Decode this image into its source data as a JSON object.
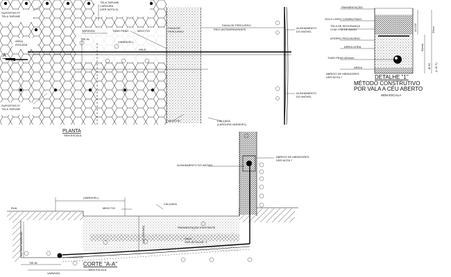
{
  "drawing": {
    "labels": {
      "tela_tapume": "TELA TAPUME",
      "largura_variavel": "LARGURA",
      "variavel_nota": "(VER NOTA 3)",
      "suportes_top": "SUPORTES P/",
      "suportes_top2": "TELA TAPUME",
      "area_isolada": "ÁREA",
      "area_isolada2": "ISOLADA",
      "variavel_top": "VARIÁVEL",
      "tubo_pead": "TUBO PEAD",
      "meio_fio_top": "MEIO FIO",
      "faixa": "FAIXA DE",
      "faixa2": "PERCURSO",
      "faixa_percurso": "FAIXA DE PERCURSO",
      "faixa_percurso2": "PEIO ANTIDERRAPANTE",
      "vala": "VALA",
      "variavel_small": "(VARIÁVEL)",
      "tie_in": "TIE-IN",
      "section_marker": "A",
      "alinhamento_1": "ALINHAMENTO",
      "alinhamento_1b": "DO IMÓVEL",
      "alinhamento_2": "ALINHAMENTO",
      "alinhamento_2b": "DO IMÓVEL",
      "suportes_bottom": "SUPORTES P/",
      "suportes_bottom2": "TELA TAPUME",
      "meio_fio_bottom": "MEIO FIO",
      "calcada_bottom": "CALÇADA",
      "calcada_bottom2": "(LARGURA VARIÁVEL)",
      "planta": "PLANTA",
      "sem_escala_planta": "SEM ESCALA"
    },
    "detail": {
      "layer_1": "PAVIMENTAÇÃO",
      "layer_2": "SOLO LEIRO COMPACTADO",
      "layer_3": "TELA DE SEGURANÇA",
      "layer_3b": "COM FITA DE AVISO",
      "layer_4": "ATERRO PROVISÓRIO",
      "layer_5": "AREIA LEIRA",
      "layer_6": "TUBO PEAD Ø20mm",
      "layer_7": "AREIA",
      "dim_1": "20 CM",
      "dim_2": "20cm",
      "dim_3": "50mm",
      "dim_4": "Ø 30",
      "dim_5": "(L.M.T.)",
      "abrigo": "ABRIGO DE MEDIDORES",
      "abrigo2": "VER NOTA 7",
      "title": "DETALHE \"1\"",
      "subtitle_1": "MÉTODO CONSTRUTIVO",
      "subtitle_2": "POR VALA A CÉU ABERTO",
      "scale": "SEM ESCALA"
    },
    "section": {
      "rua": "RUA",
      "variavel": "(VARIÁVEL)",
      "meio_fio": "MEIO FIO",
      "calcada": "CALÇADA",
      "altura": "ALTURA VARIÁVEL",
      "altura2": "1,00 (MINIMO)",
      "pavimento": "PAVIMENTAÇÃO EXISTENTE",
      "tie_in": "TIE-IN",
      "variavel_bottom": "VARIÁVEL",
      "vala": "VALA",
      "ver_detalhe": "VER DETALHE \"1\"",
      "alinhamento": "ALINHAMENTO DO IMÓVEL",
      "abrigo": "ABRIGO DE MEDIDORES",
      "abrigo2": "VER NOTA 7",
      "title": "CORTE \"A-A\"",
      "scale": "SEM ESCALA"
    }
  }
}
